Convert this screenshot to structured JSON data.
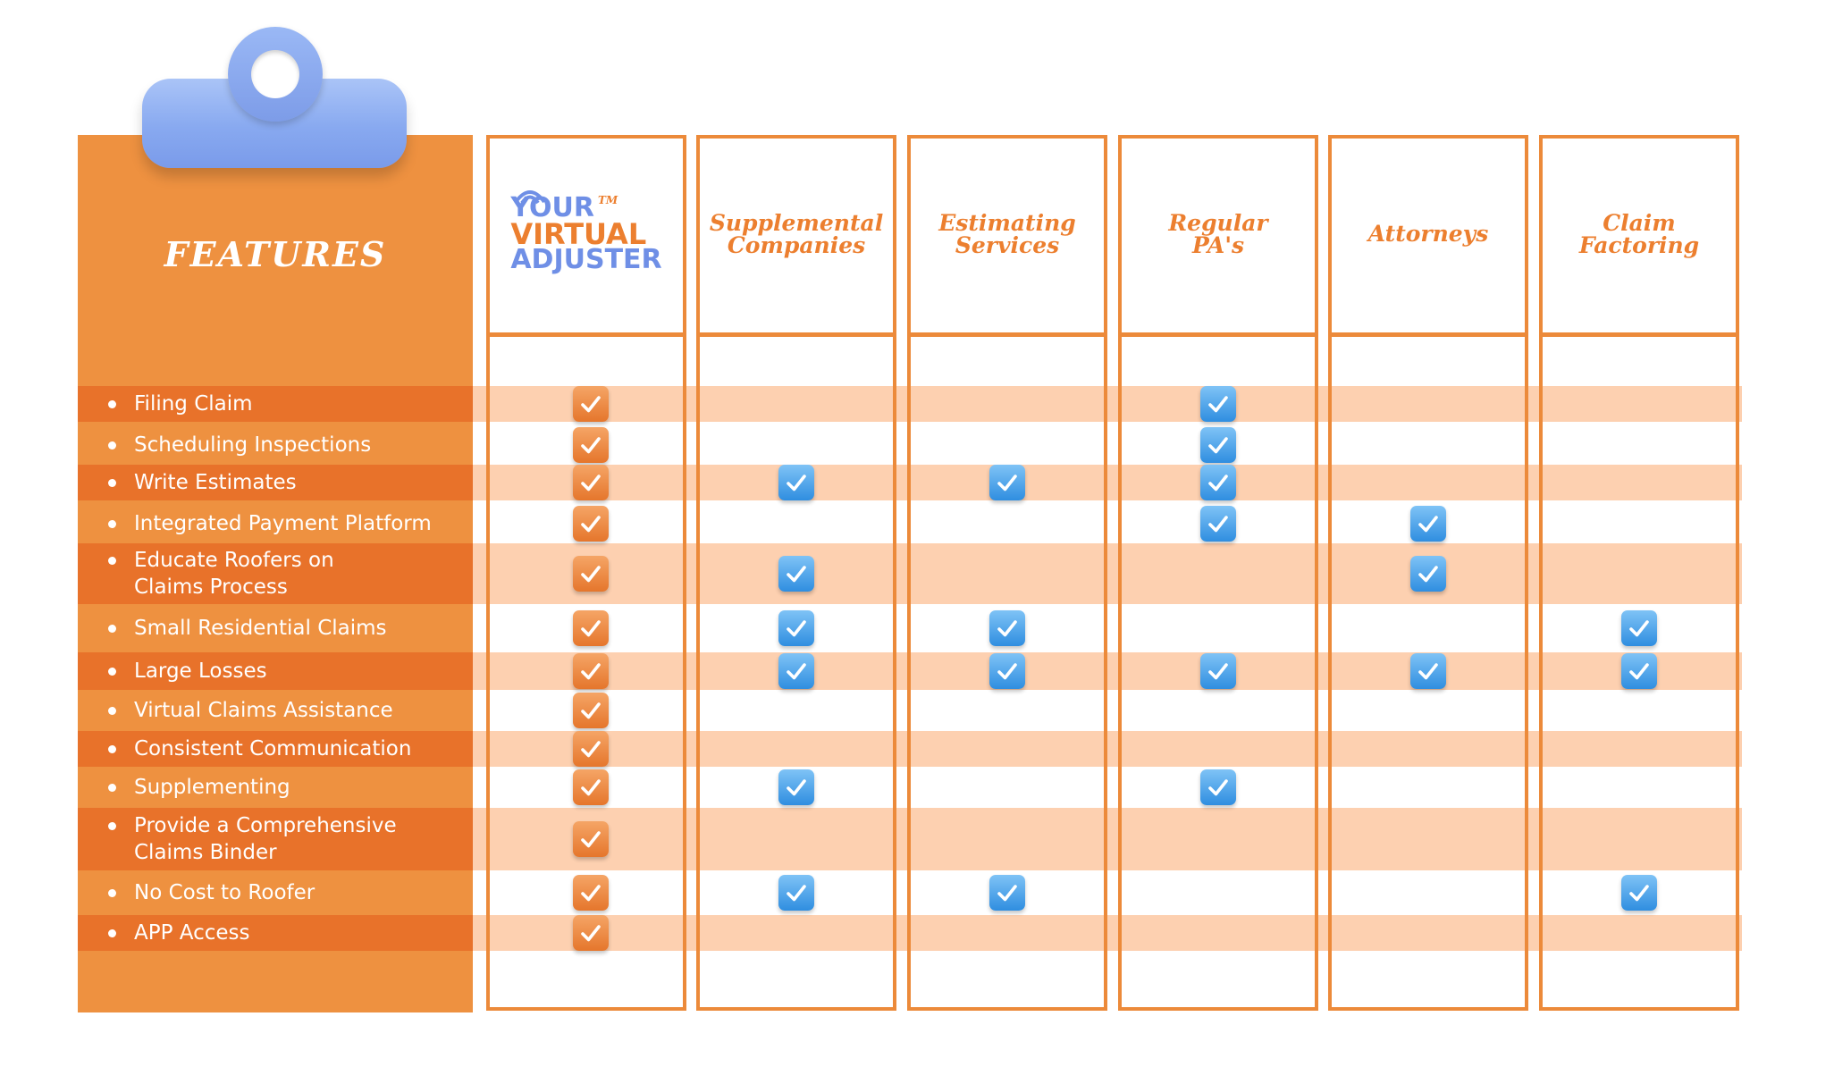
{
  "features_title": "FEATURES",
  "logo": {
    "line1": "YOUR",
    "tm": "TM",
    "line2": "VIRTUAL",
    "line3": "ADJUSTER"
  },
  "columns": [
    {
      "label": ""
    },
    {
      "label": "Supplemental\nCompanies"
    },
    {
      "label": "Estimating\nServices"
    },
    {
      "label": "Regular\nPA's"
    },
    {
      "label": "Attorneys"
    },
    {
      "label": "Claim\nFactoring"
    }
  ],
  "features": [
    {
      "label": "Filing Claim",
      "checks": [
        true,
        false,
        false,
        true,
        false,
        false
      ]
    },
    {
      "label": "Scheduling Inspections",
      "checks": [
        true,
        false,
        false,
        true,
        false,
        false
      ]
    },
    {
      "label": "Write Estimates",
      "checks": [
        true,
        true,
        true,
        true,
        false,
        false
      ]
    },
    {
      "label": "Integrated Payment Platform",
      "checks": [
        true,
        false,
        false,
        true,
        true,
        false
      ]
    },
    {
      "label": "Educate Roofers on\nClaims Process",
      "checks": [
        true,
        true,
        false,
        false,
        true,
        false
      ]
    },
    {
      "label": "Small Residential Claims",
      "checks": [
        true,
        true,
        true,
        false,
        false,
        true
      ]
    },
    {
      "label": "Large Losses",
      "checks": [
        true,
        true,
        true,
        true,
        true,
        true
      ]
    },
    {
      "label": "Virtual Claims Assistance",
      "checks": [
        true,
        false,
        false,
        false,
        false,
        false
      ]
    },
    {
      "label": "Consistent Communication",
      "checks": [
        true,
        false,
        false,
        false,
        false,
        false
      ]
    },
    {
      "label": "Supplementing",
      "checks": [
        true,
        true,
        false,
        true,
        false,
        false
      ]
    },
    {
      "label": "Provide a Comprehensive\nClaims Binder",
      "checks": [
        true,
        false,
        false,
        false,
        false,
        false
      ]
    },
    {
      "label": "No Cost to Roofer",
      "checks": [
        true,
        true,
        true,
        false,
        false,
        true
      ]
    },
    {
      "label": "APP Access",
      "checks": [
        true,
        false,
        false,
        false,
        false,
        false
      ]
    }
  ],
  "colors": {
    "orange": "#ee9140",
    "orange_dark": "#e8722a",
    "row_shade": "#fdd0b0",
    "border": "#ec8a3a",
    "check_blue": "#2f8ee0",
    "check_orange": "#e5762c",
    "clip_blue": "#88a9f0"
  },
  "icons": {
    "check_primary": "checkbox-checked-orange-icon",
    "check_other": "checkbox-checked-blue-icon",
    "clip": "clipboard-clip-icon",
    "bullet": "bullet-icon"
  }
}
